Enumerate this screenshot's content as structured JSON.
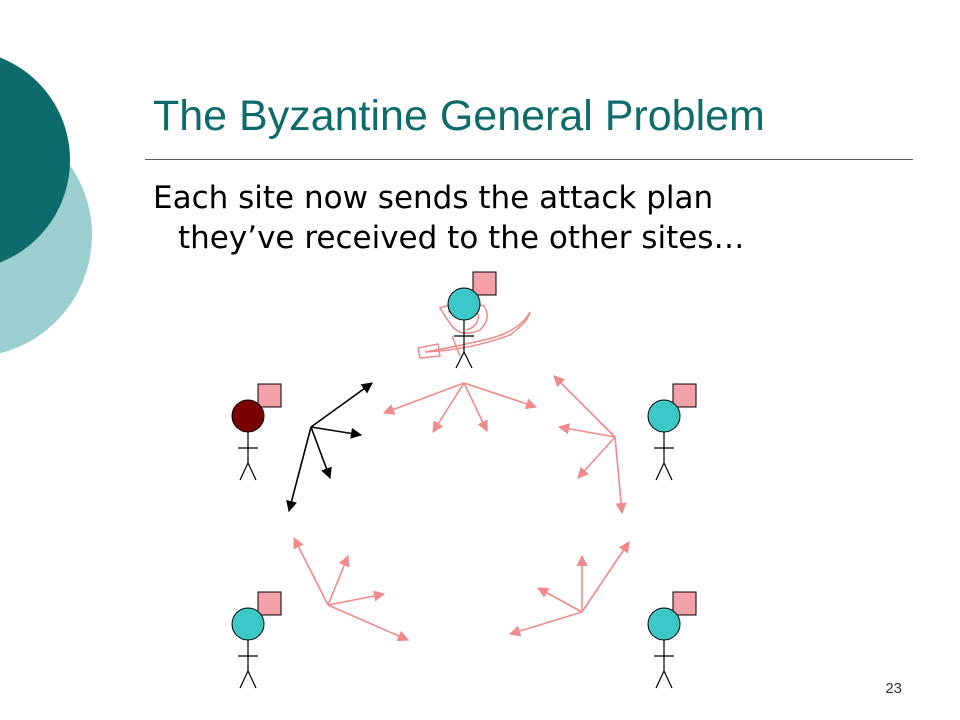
{
  "slide": {
    "title": "The Byzantine General Problem",
    "body_line1": "Each site now sends the attack plan",
    "body_line2": "they’ve received to the other sites…",
    "page_number": "23"
  },
  "colors": {
    "accent_dark_teal": "#0e6b6b",
    "accent_light_teal": "#9ccfcf",
    "loyal_general": "#3cc8c8",
    "traitor_general": "#7a0000",
    "flag": "#f4a0a8",
    "loyal_arrows": "#f08a8a",
    "traitor_arrows": "#000000"
  },
  "diagram": {
    "generals": [
      {
        "role": "loyal",
        "icon": "general-figure-icon"
      },
      {
        "role": "loyal",
        "icon": "general-figure-icon"
      },
      {
        "role": "traitor",
        "icon": "general-figure-icon"
      },
      {
        "role": "loyal",
        "icon": "general-figure-icon"
      },
      {
        "role": "loyal",
        "icon": "general-figure-icon"
      }
    ],
    "decoration": "scimitar-icon"
  }
}
